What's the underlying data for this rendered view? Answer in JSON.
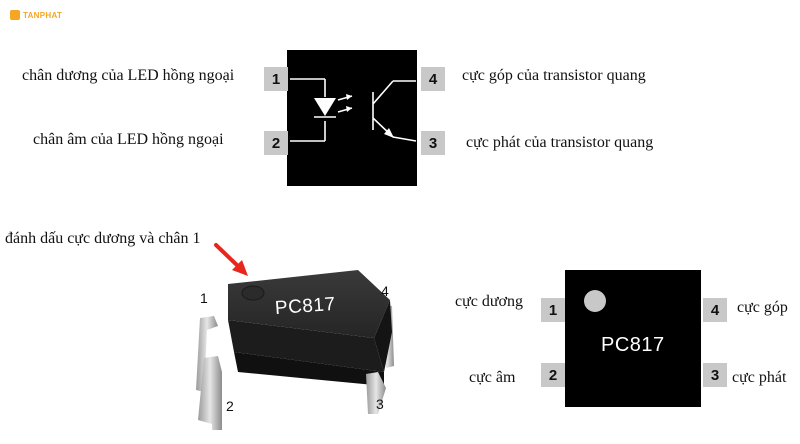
{
  "brand": {
    "name": "TANPHAT"
  },
  "top_diagram": {
    "pins": {
      "p1": "1",
      "p2": "2",
      "p3": "3",
      "p4": "4"
    },
    "labels": {
      "pin1": "chân dương của LED hồng ngoại",
      "pin2": "chân âm của LED hồng ngoại",
      "pin4": "cực góp của transistor quang",
      "pin3": "cực phát của transistor quang"
    }
  },
  "photo": {
    "annotation": "đánh dấu cực dương và chân 1",
    "chip_label": "PC817",
    "pins": {
      "p1": "1",
      "p2": "2",
      "p3": "3",
      "p4": "4"
    }
  },
  "bottom_diagram": {
    "chip_label": "PC817",
    "pins": {
      "p1": "1",
      "p2": "2",
      "p3": "3",
      "p4": "4"
    },
    "labels": {
      "pin1": "cực dương",
      "pin2": "cực âm",
      "pin4": "cực góp",
      "pin3": "cực phát"
    }
  },
  "colors": {
    "arrow": "#e8261c",
    "chip": "#000000",
    "pin_box": "#c8c8c8",
    "brand": "#f5a623"
  }
}
